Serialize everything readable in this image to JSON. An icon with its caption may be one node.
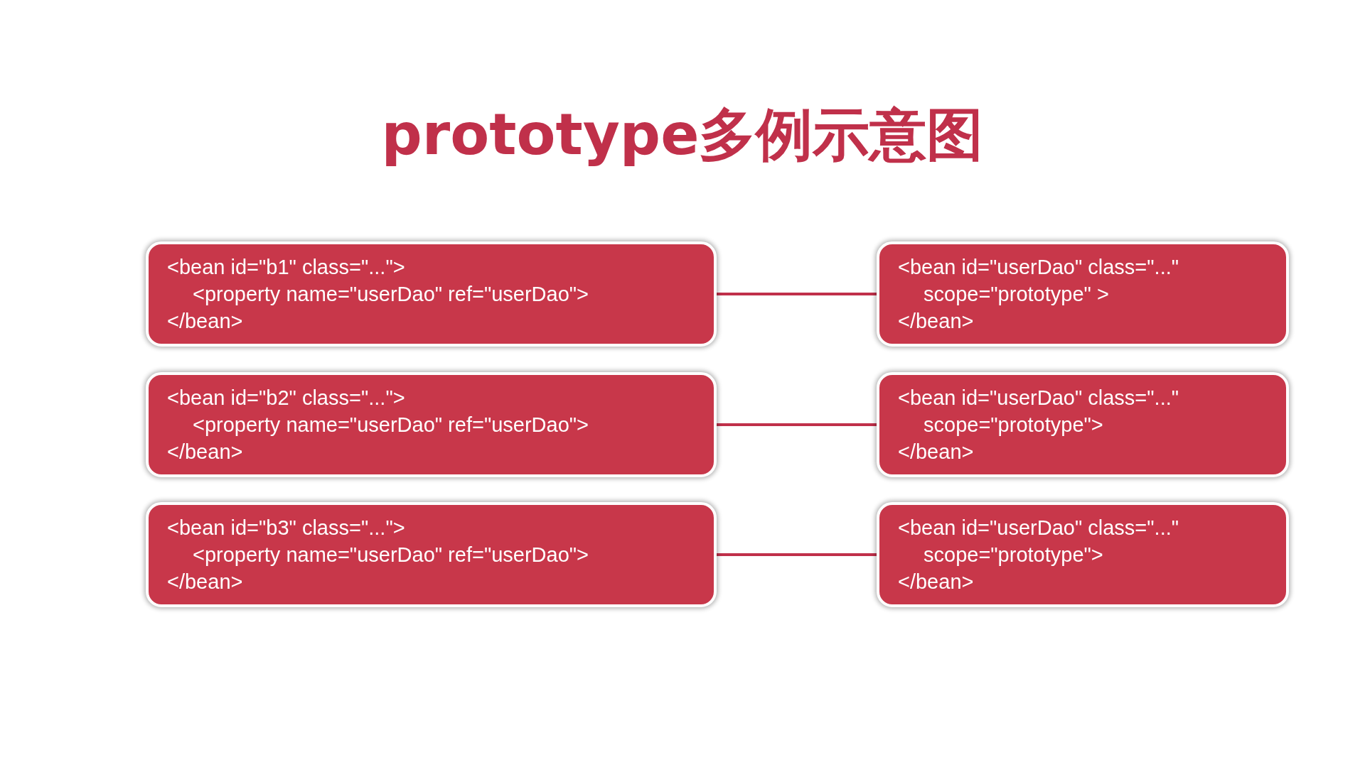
{
  "diagram": {
    "title": "prototype多例示意图",
    "nodes": [
      {
        "text": [
          "<bean id=\"b1\" class=\"...\">",
          "<property name=\"userDao\" ref=\"userDao\">",
          "</bean>"
        ]
      },
      {
        "text": [
          "<bean id=\"userDao\" class=\"...\"",
          "scope=\"prototype\" >",
          "</bean>"
        ]
      },
      {
        "text": [
          "<bean id=\"b2\" class=\"...\">",
          "<property name=\"userDao\" ref=\"userDao\">",
          "</bean>"
        ]
      },
      {
        "text": [
          "<bean id=\"userDao\" class=\"...\"",
          "scope=\"prototype\">",
          "</bean>"
        ]
      },
      {
        "text": [
          "<bean id=\"b3\" class=\"...\">",
          "<property name=\"userDao\" ref=\"userDao\">",
          "</bean>"
        ]
      },
      {
        "text": [
          "<bean id=\"userDao\" class=\"...\"",
          "scope=\"prototype\">",
          "</bean>"
        ]
      }
    ],
    "edges": [
      {
        "from": 0,
        "to": 1,
        "arrow": "none"
      },
      {
        "from": 2,
        "to": 3,
        "arrow": "none"
      },
      {
        "from": 4,
        "to": 5,
        "arrow": "none"
      }
    ]
  }
}
